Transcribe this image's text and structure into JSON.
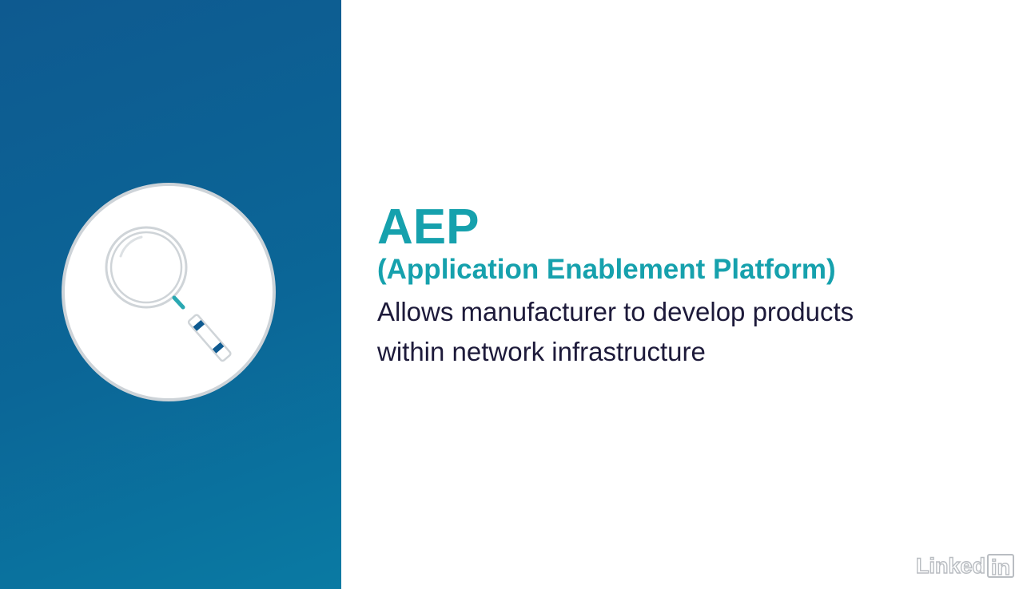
{
  "slide": {
    "title": "AEP",
    "subtitle": "(Application Enablement Platform)",
    "body": "Allows manufacturer to develop products within network infrastructure"
  },
  "watermark": {
    "text_main": "Linked",
    "text_box": "in"
  },
  "icons": {
    "badge": "magnifying-glass-icon"
  },
  "colors": {
    "panel_blue": "#0b6697",
    "heading_teal": "#16a1ad",
    "body_text": "#1d1a3a",
    "handle_band": "#0e5a90"
  }
}
